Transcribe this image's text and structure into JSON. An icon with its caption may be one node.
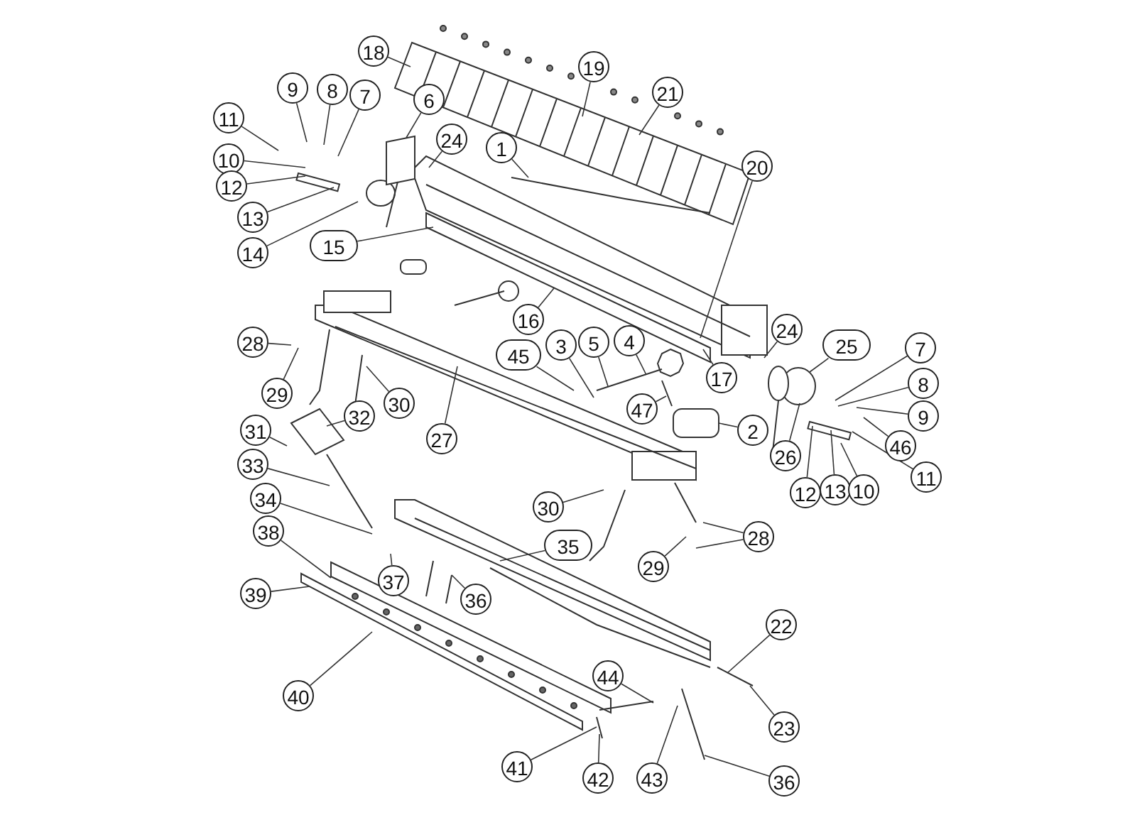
{
  "diagram": {
    "nodes": [
      {
        "text": [
          "18"
        ]
      },
      {
        "text": [
          "19"
        ]
      },
      {
        "text": [
          "21"
        ]
      },
      {
        "text": [
          "20"
        ]
      },
      {
        "text": [
          "9"
        ]
      },
      {
        "text": [
          "8"
        ]
      },
      {
        "text": [
          "7"
        ]
      },
      {
        "text": [
          "11"
        ]
      },
      {
        "text": [
          "10"
        ]
      },
      {
        "text": [
          "12"
        ]
      },
      {
        "text": [
          "13"
        ]
      },
      {
        "text": [
          "14"
        ]
      },
      {
        "text": [
          "6"
        ]
      },
      {
        "text": [
          "24"
        ]
      },
      {
        "text": [
          "1"
        ]
      },
      {
        "text": [
          "15"
        ]
      },
      {
        "text": [
          "16"
        ]
      },
      {
        "text": [
          "45"
        ]
      },
      {
        "text": [
          "3"
        ]
      },
      {
        "text": [
          "5"
        ]
      },
      {
        "text": [
          "4"
        ]
      },
      {
        "text": [
          "47"
        ]
      },
      {
        "text": [
          "17"
        ]
      },
      {
        "text": [
          "28"
        ]
      },
      {
        "text": [
          "29"
        ]
      },
      {
        "text": [
          "30"
        ]
      },
      {
        "text": [
          "27"
        ]
      },
      {
        "text": [
          "2"
        ]
      },
      {
        "text": [
          "24"
        ]
      },
      {
        "text": [
          "25"
        ]
      },
      {
        "text": [
          "7"
        ]
      },
      {
        "text": [
          "8"
        ]
      },
      {
        "text": [
          "9"
        ]
      },
      {
        "text": [
          "46"
        ]
      },
      {
        "text": [
          "11"
        ]
      },
      {
        "text": [
          "26"
        ]
      },
      {
        "text": [
          "12"
        ]
      },
      {
        "text": [
          "13"
        ]
      },
      {
        "text": [
          "10"
        ]
      },
      {
        "text": [
          "31"
        ]
      },
      {
        "text": [
          "32"
        ]
      },
      {
        "text": [
          "33"
        ]
      },
      {
        "text": [
          "34"
        ]
      },
      {
        "text": [
          "38"
        ]
      },
      {
        "text": [
          "28"
        ]
      },
      {
        "text": [
          "29"
        ]
      },
      {
        "text": [
          "30"
        ]
      },
      {
        "text": [
          "35"
        ]
      },
      {
        "text": [
          "37"
        ]
      },
      {
        "text": [
          "39"
        ]
      },
      {
        "text": [
          "36"
        ]
      },
      {
        "text": [
          "40"
        ]
      },
      {
        "text": [
          "22"
        ]
      },
      {
        "text": [
          "23"
        ]
      },
      {
        "text": [
          "44"
        ]
      },
      {
        "text": [
          "41"
        ]
      },
      {
        "text": [
          "42"
        ]
      },
      {
        "text": [
          "43"
        ]
      },
      {
        "text": [
          "36"
        ]
      }
    ],
    "edges": [
      {
        "from": 0,
        "to": null,
        "arrow": "none"
      },
      {
        "from": 1,
        "to": null,
        "arrow": "none"
      },
      {
        "from": 2,
        "to": null,
        "arrow": "none"
      },
      {
        "from": 3,
        "to": null,
        "arrow": "none"
      },
      {
        "from": 4,
        "to": null,
        "arrow": "none"
      },
      {
        "from": 5,
        "to": null,
        "arrow": "none"
      },
      {
        "from": 6,
        "to": null,
        "arrow": "none"
      },
      {
        "from": 7,
        "to": null,
        "arrow": "none"
      },
      {
        "from": 8,
        "to": null,
        "arrow": "none"
      },
      {
        "from": 9,
        "to": null,
        "arrow": "none"
      },
      {
        "from": 10,
        "to": null,
        "arrow": "none"
      },
      {
        "from": 11,
        "to": null,
        "arrow": "none"
      },
      {
        "from": 12,
        "to": null,
        "arrow": "none"
      },
      {
        "from": 13,
        "to": null,
        "arrow": "none"
      },
      {
        "from": 14,
        "to": null,
        "arrow": "none"
      },
      {
        "from": 15,
        "to": null,
        "arrow": "none"
      },
      {
        "from": 16,
        "to": null,
        "arrow": "none"
      },
      {
        "from": 17,
        "to": null,
        "arrow": "none"
      },
      {
        "from": 18,
        "to": null,
        "arrow": "none"
      },
      {
        "from": 19,
        "to": null,
        "arrow": "none"
      },
      {
        "from": 20,
        "to": null,
        "arrow": "none"
      },
      {
        "from": 21,
        "to": null,
        "arrow": "none"
      },
      {
        "from": 22,
        "to": null,
        "arrow": "none"
      },
      {
        "from": 23,
        "to": null,
        "arrow": "none"
      },
      {
        "from": 24,
        "to": null,
        "arrow": "none"
      },
      {
        "from": 25,
        "to": null,
        "arrow": "none"
      },
      {
        "from": 26,
        "to": null,
        "arrow": "none"
      },
      {
        "from": 27,
        "to": null,
        "arrow": "none"
      },
      {
        "from": 28,
        "to": null,
        "arrow": "none"
      },
      {
        "from": 29,
        "to": null,
        "arrow": "none"
      },
      {
        "from": 30,
        "to": null,
        "arrow": "none"
      },
      {
        "from": 31,
        "to": null,
        "arrow": "none"
      },
      {
        "from": 32,
        "to": null,
        "arrow": "none"
      },
      {
        "from": 33,
        "to": null,
        "arrow": "none"
      },
      {
        "from": 34,
        "to": null,
        "arrow": "none"
      },
      {
        "from": 35,
        "to": null,
        "arrow": "none"
      },
      {
        "from": 36,
        "to": null,
        "arrow": "none"
      },
      {
        "from": 37,
        "to": null,
        "arrow": "none"
      },
      {
        "from": 38,
        "to": null,
        "arrow": "none"
      },
      {
        "from": 39,
        "to": null,
        "arrow": "none"
      },
      {
        "from": 40,
        "to": null,
        "arrow": "none"
      },
      {
        "from": 41,
        "to": null,
        "arrow": "none"
      },
      {
        "from": 42,
        "to": null,
        "arrow": "none"
      },
      {
        "from": 43,
        "to": null,
        "arrow": "none"
      },
      {
        "from": 44,
        "to": null,
        "arrow": "none"
      },
      {
        "from": 44,
        "to": null,
        "arrow": "none"
      },
      {
        "from": 45,
        "to": null,
        "arrow": "none"
      },
      {
        "from": 46,
        "to": null,
        "arrow": "none"
      },
      {
        "from": 47,
        "to": null,
        "arrow": "none"
      },
      {
        "from": 48,
        "to": null,
        "arrow": "none"
      },
      {
        "from": 49,
        "to": null,
        "arrow": "none"
      },
      {
        "from": 50,
        "to": null,
        "arrow": "none"
      },
      {
        "from": 51,
        "to": null,
        "arrow": "none"
      },
      {
        "from": 52,
        "to": null,
        "arrow": "none"
      },
      {
        "from": 53,
        "to": null,
        "arrow": "none"
      },
      {
        "from": 54,
        "to": null,
        "arrow": "none"
      },
      {
        "from": 55,
        "to": null,
        "arrow": "none"
      },
      {
        "from": 56,
        "to": null,
        "arrow": "none"
      },
      {
        "from": 57,
        "to": null,
        "arrow": "none"
      },
      {
        "from": 58,
        "to": null,
        "arrow": "none"
      }
    ]
  }
}
